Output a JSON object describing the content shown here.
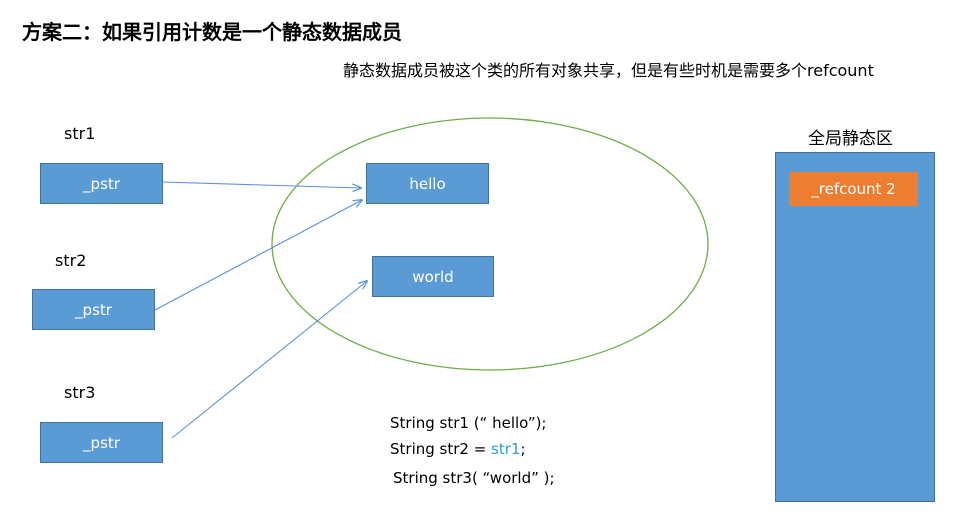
{
  "title": "方案二：如果引用计数是一个静态数据成员",
  "description": "静态数据成员被这个类的所有对象共享，但是有些时机是需要多个refcount",
  "objects": [
    {
      "name": "str1",
      "pointer_label": "_pstr"
    },
    {
      "name": "str2",
      "pointer_label": "_pstr"
    },
    {
      "name": "str3",
      "pointer_label": "_pstr"
    }
  ],
  "strings": {
    "hello": "hello",
    "world": "world"
  },
  "static_region": {
    "title": "全局静态区",
    "refcount_label": "_refcount 2"
  },
  "code": {
    "line1": "String str1 (“ hello”);",
    "line2_prefix": "String str2 = ",
    "line2_ref": "str1",
    "line2_suffix": ";",
    "line3": "String str3( “world” );"
  },
  "colors": {
    "box": "#5b9bd5",
    "refcount": "#ed7d31",
    "ellipse": "#70ad47",
    "arrow": "#5b8fd9"
  }
}
